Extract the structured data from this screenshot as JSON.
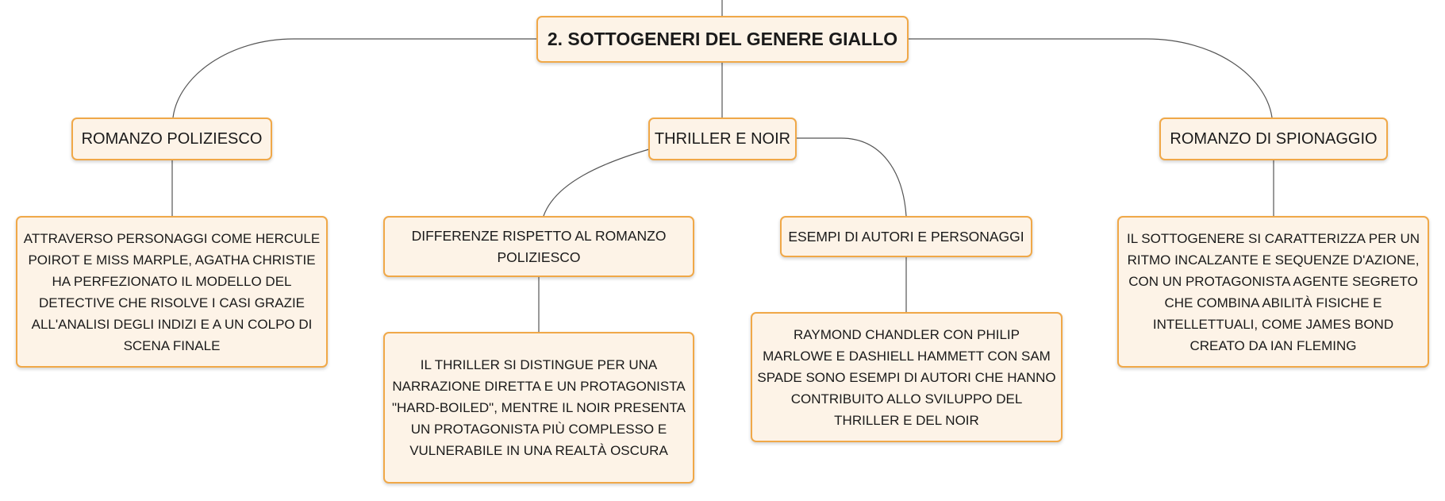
{
  "nodes": {
    "root": "2. SOTTOGENERI DEL GENERE GIALLO",
    "poliziesco": "ROMANZO POLIZIESCO",
    "thriller": "THRILLER E NOIR",
    "spionaggio": "ROMANZO DI SPIONAGGIO",
    "poliziesco_desc": "ATTRAVERSO PERSONAGGI COME HERCULE POIROT E MISS MARPLE, AGATHA CHRISTIE HA PERFEZIONATO IL MODELLO DEL DETECTIVE CHE RISOLVE I CASI GRAZIE ALL'ANALISI DEGLI INDIZI E A UN COLPO DI SCENA FINALE",
    "differenze": "DIFFERENZE RISPETTO AL ROMANZO POLIZIESCO",
    "esempi": "ESEMPI DI AUTORI E PERSONAGGI",
    "differenze_desc": "IL THRILLER SI DISTINGUE PER UNA NARRAZIONE DIRETTA E UN PROTAGONISTA \"HARD-BOILED\", MENTRE IL NOIR PRESENTA UN PROTAGONISTA PIÙ COMPLESSO E VULNERABILE IN UNA REALTÀ OSCURA",
    "esempi_desc": "RAYMOND CHANDLER CON PHILIP MARLOWE E DASHIELL HAMMETT CON SAM SPADE SONO ESEMPI DI AUTORI CHE HANNO CONTRIBUITO ALLO SVILUPPO DEL THRILLER E DEL NOIR",
    "spionaggio_desc": "IL SOTTOGENERE SI CARATTERIZZA PER UN RITMO INCALZANTE E SEQUENZE D'AZIONE, CON UN PROTAGONISTA AGENTE SEGRETO CHE COMBINA ABILITÀ FISICHE E INTELLETTUALI, COME JAMES BOND CREATO DA IAN FLEMING"
  },
  "colors": {
    "node_fill": "#fdf3e7",
    "node_border": "#f0a848",
    "connector": "#555555"
  }
}
